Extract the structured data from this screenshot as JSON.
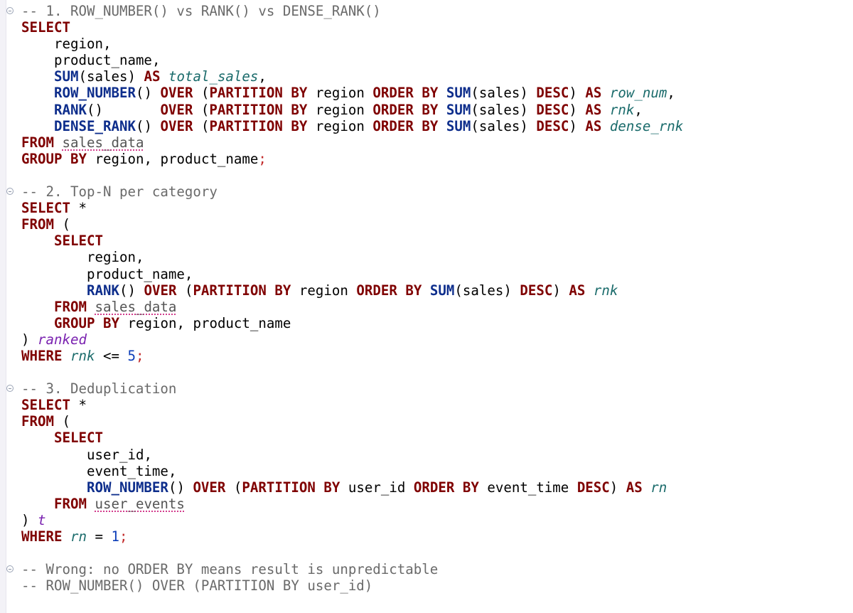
{
  "editor": {
    "lines": [
      "-- 1. ROW_NUMBER() vs RANK() vs DENSE_RANK()",
      "SELECT",
      "    region,",
      "    product_name,",
      "    SUM(sales) AS total_sales,",
      "    ROW_NUMBER() OVER (PARTITION BY region ORDER BY SUM(sales) DESC) AS row_num,",
      "    RANK()       OVER (PARTITION BY region ORDER BY SUM(sales) DESC) AS rnk,",
      "    DENSE_RANK() OVER (PARTITION BY region ORDER BY SUM(sales) DESC) AS dense_rnk",
      "FROM sales_data",
      "GROUP BY region, product_name;",
      "",
      "-- 2. Top-N per category",
      "SELECT *",
      "FROM (",
      "    SELECT",
      "        region,",
      "        product_name,",
      "        RANK() OVER (PARTITION BY region ORDER BY SUM(sales) DESC) AS rnk",
      "    FROM sales_data",
      "    GROUP BY region, product_name",
      ") ranked",
      "WHERE rnk <= 5;",
      "",
      "-- 3. Deduplication",
      "SELECT *",
      "FROM (",
      "    SELECT",
      "        user_id,",
      "        event_time,",
      "        ROW_NUMBER() OVER (PARTITION BY user_id ORDER BY event_time DESC) AS rn",
      "    FROM user_events",
      ") t",
      "WHERE rn = 1;",
      "",
      "-- Wrong: no ORDER BY means result is unpredictable",
      "-- ROW_NUMBER() OVER (PARTITION BY user_id)"
    ],
    "fold_markers": [
      0,
      11,
      23,
      34
    ],
    "colors": {
      "keyword": "#7f0000",
      "function": "#0e2e8c",
      "comment": "#6a6a6a",
      "alias": "#1a6b6b",
      "subquery_alias": "#7a22b0",
      "number": "#0b3db8",
      "punctuation": "#c22a2a",
      "spell_underline": "#d23c8c"
    },
    "icons": {
      "fold": "fold-collapse-icon"
    }
  }
}
